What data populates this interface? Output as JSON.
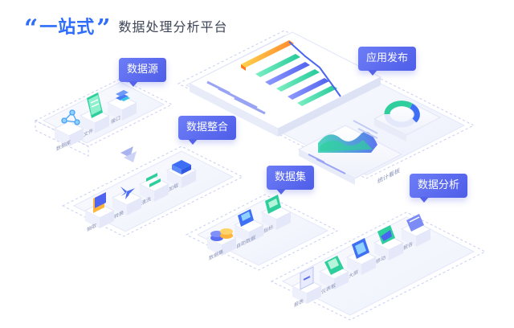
{
  "title": {
    "open_quote": "“",
    "highlight": "一站式",
    "close_quote": "”",
    "rest": "数据处理分析平台"
  },
  "modules": {
    "data_source": {
      "label": "数据源",
      "items": [
        "数据库",
        "文件",
        "接口"
      ]
    },
    "data_integration": {
      "label": "数据整合",
      "items": [
        "抽取",
        "转换",
        "清洗",
        "加载"
      ]
    },
    "dataset": {
      "label": "数据集",
      "items": [
        "数据集",
        "自助数据",
        "指标"
      ]
    },
    "data_analysis": {
      "label": "数据分析",
      "items": [
        "报表",
        "仪表板",
        "大屏",
        "移动",
        "报告"
      ]
    },
    "app_publish": {
      "label": "应用发布",
      "caption": "统计看板"
    }
  },
  "colors": {
    "accent": "#2f6dfb",
    "tag": "#5563ea",
    "platform_top": "#f5f7ff",
    "platform_edge": "#dfe3f7",
    "dashed": "#c3c9ef"
  }
}
